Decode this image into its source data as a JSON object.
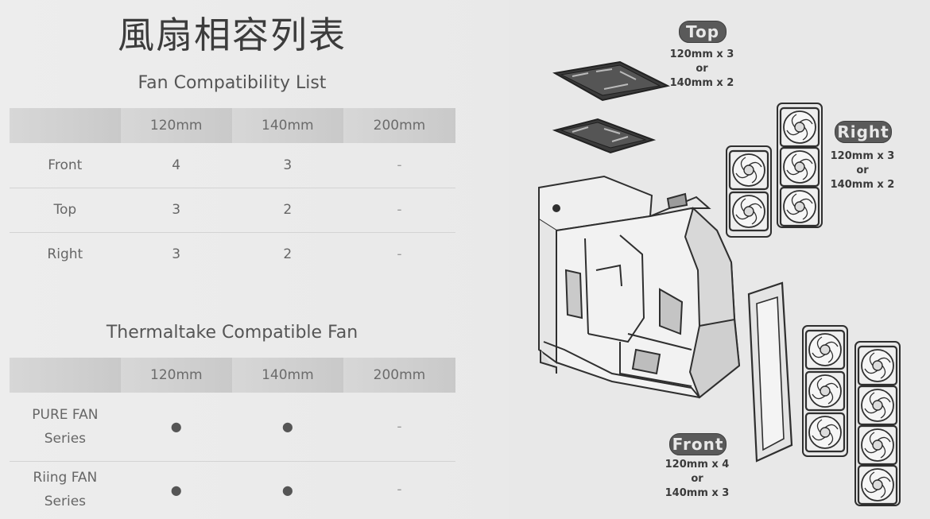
{
  "title_cn": "風扇相容列表",
  "fan_compat": {
    "title": "Fan Compatibility List",
    "headers": [
      "",
      "120mm",
      "140mm",
      "200mm"
    ],
    "rows": [
      {
        "name": "Front",
        "v120": "4",
        "v140": "3",
        "v200": "-"
      },
      {
        "name": "Top",
        "v120": "3",
        "v140": "2",
        "v200": "-"
      },
      {
        "name": "Right",
        "v120": "3",
        "v140": "2",
        "v200": "-"
      }
    ]
  },
  "tt_fans": {
    "title": "Thermaltake Compatible Fan",
    "headers": [
      "",
      "120mm",
      "140mm",
      "200mm"
    ],
    "rows": [
      {
        "name_line1": "PURE FAN",
        "name_line2": "Series",
        "v120": "●",
        "v140": "●",
        "v200": "-"
      },
      {
        "name_line1": "Riing FAN",
        "name_line2": "Series",
        "v120": "●",
        "v140": "●",
        "v200": "-"
      }
    ]
  },
  "diagram": {
    "top": {
      "label": "Top",
      "line1": "120mm x 3",
      "line2": "or",
      "line3": "140mm x 2"
    },
    "right": {
      "label": "Right",
      "line1": "120mm x 3",
      "line2": "or",
      "line3": "140mm x 2"
    },
    "front": {
      "label": "Front",
      "line1": "120mm x 4",
      "line2": "or",
      "line3": "140mm x 3"
    },
    "colors": {
      "pill": "#5a5a5a",
      "line": "#2f2f2f"
    }
  }
}
